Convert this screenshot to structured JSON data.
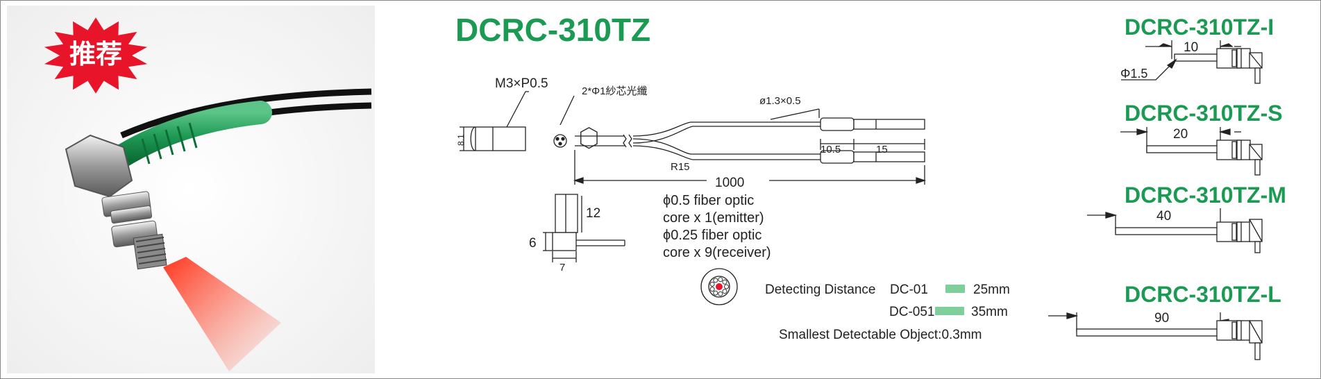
{
  "badge": {
    "text": "推荐",
    "color": "#e8152a"
  },
  "main_title": "DCRC-310TZ",
  "labels": {
    "thread": "M3×P0.5",
    "fiber_count": "2*Φ1紗芯光纖",
    "dim_81": "8.1",
    "tube": "ø1.3×0.5",
    "len_105": "10.5",
    "len_15": "15",
    "radius": "R15",
    "len_1000": "1000",
    "dim_12": "12",
    "dim_6": "6",
    "dim_7": "7"
  },
  "specs": {
    "line1": "ϕ0.5 fiber optic",
    "line2": "core x 1(emitter)",
    "line3": "ϕ0.25 fiber optic",
    "line4": "core x 9(receiver)"
  },
  "detecting": {
    "label": "Detecting  Distance",
    "rows": [
      {
        "model": "DC-01",
        "value": "25mm"
      },
      {
        "model": "DC-051",
        "value": "35mm"
      }
    ],
    "bar_color": "#7fcf9a",
    "smallest": "Smallest Detectable Object:0.3mm"
  },
  "variants": [
    {
      "name": "DCRC-310TZ-I",
      "length": "10",
      "extra": "Φ1.5"
    },
    {
      "name": "DCRC-310TZ-S",
      "length": "20"
    },
    {
      "name": "DCRC-310TZ-M",
      "length": "40"
    },
    {
      "name": "DCRC-310TZ-L",
      "length": "90"
    }
  ],
  "colors": {
    "brand_green": "#1a9a52",
    "sleeve_green": "#1f9a55",
    "beam_red": "#e8311f"
  }
}
